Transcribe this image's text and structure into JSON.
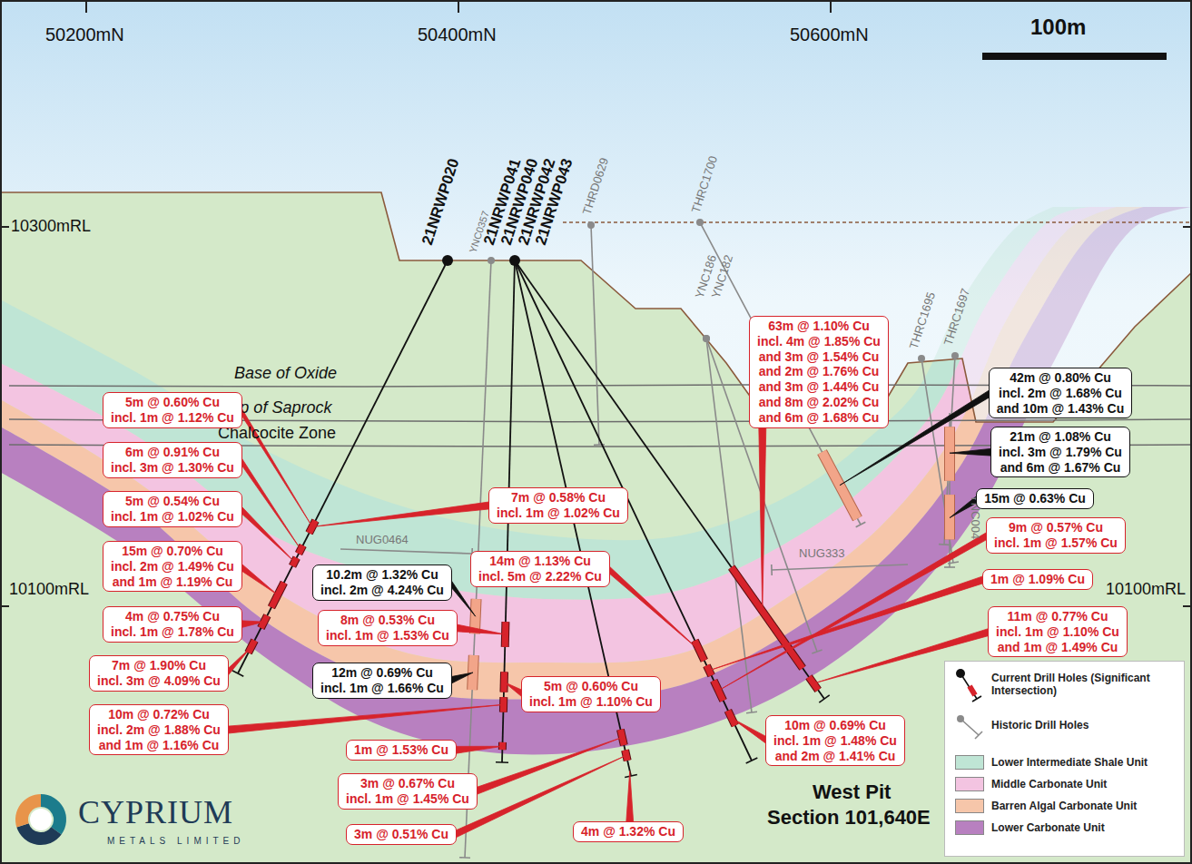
{
  "diagram": {
    "nodes": [
      {
        "text": [
          "5m @ 0.60% Cu",
          "incl. 1m @ 1.12% Cu"
        ]
      },
      {
        "text": [
          "6m @ 0.91% Cu",
          "incl. 3m @ 1.30% Cu"
        ]
      },
      {
        "text": [
          "5m @ 0.54% Cu",
          "incl. 1m @ 1.02% Cu"
        ]
      },
      {
        "text": [
          "15m @ 0.70% Cu",
          "incl. 2m @ 1.49% Cu",
          "and 1m @ 1.19% Cu"
        ]
      },
      {
        "text": [
          "4m @ 0.75% Cu",
          "incl. 1m @ 1.78% Cu"
        ]
      },
      {
        "text": [
          "7m @ 1.90% Cu",
          "incl. 3m @ 4.09% Cu"
        ]
      },
      {
        "text": [
          "10m @ 0.72% Cu",
          "incl. 2m @ 1.88% Cu",
          "and 1m @ 1.16% Cu"
        ]
      },
      {
        "text": [
          "10.2m @ 1.32% Cu",
          "incl. 2m @ 4.24% Cu"
        ]
      },
      {
        "text": [
          "8m @ 0.53% Cu",
          "incl. 1m @ 1.53% Cu"
        ]
      },
      {
        "text": [
          "12m @ 0.69% Cu",
          "incl. 1m @ 1.66% Cu"
        ]
      },
      {
        "text": [
          "7m @ 0.58% Cu",
          "incl. 1m @ 1.02% Cu"
        ]
      },
      {
        "text": [
          "14m @ 1.13% Cu",
          "incl. 5m @ 2.22% Cu"
        ]
      },
      {
        "text": [
          "5m @ 0.60% Cu",
          "incl. 1m @ 1.10% Cu"
        ]
      },
      {
        "text": [
          "1m @ 1.53% Cu"
        ]
      },
      {
        "text": [
          "3m @ 0.67% Cu",
          "incl. 1m @ 1.45% Cu"
        ]
      },
      {
        "text": [
          "3m @ 0.51% Cu"
        ]
      },
      {
        "text": [
          "4m @ 1.32% Cu"
        ]
      },
      {
        "text": [
          "63m @ 1.10% Cu",
          "incl. 4m @ 1.85% Cu",
          "and 3m @ 1.54% Cu",
          "and 2m @ 1.76% Cu",
          "and 3m @ 1.44% Cu",
          "and 8m @ 2.02% Cu",
          "and 6m @ 1.68% Cu"
        ]
      },
      {
        "text": [
          "42m @ 0.80% Cu",
          "incl. 2m @ 1.68% Cu",
          "and 10m @ 1.43% Cu"
        ]
      },
      {
        "text": [
          "21m @ 1.08% Cu",
          "incl. 3m @ 1.79% Cu",
          "and 6m @ 1.67% Cu"
        ]
      },
      {
        "text": [
          "15m @ 0.63% Cu"
        ]
      },
      {
        "text": [
          "9m @ 0.57% Cu",
          "incl. 1m @ 1.57% Cu"
        ]
      },
      {
        "text": [
          "1m @ 1.09% Cu"
        ]
      },
      {
        "text": [
          "11m @ 0.77% Cu",
          "incl. 1m @ 1.10% Cu",
          "and 1m @ 1.49% Cu"
        ]
      },
      {
        "text": [
          "10m @ 0.69% Cu",
          "incl. 1m @ 1.48% Cu",
          "and 2m @ 1.41% Cu"
        ]
      }
    ],
    "labels": [
      "100m",
      "50200mN",
      "50400mN",
      "50600mN",
      "10300mRL",
      "10100mRL",
      "10100mRL",
      "Base of Oxide",
      "Top of Saprock",
      "Chalcocite Zone",
      "21NRWP020",
      "YNC0357",
      "21NRWP041",
      "21NRWP040",
      "21NRWP042",
      "21NRWP043",
      "THRD0629",
      "THRC1700",
      "YNC182",
      "YNC186",
      "THRC1695",
      "THRC1697",
      "YNC004",
      "NUG0464",
      "NUG333",
      "CYPRIUM",
      "METALS LIMITED",
      "West Pit",
      "Section 101,640E"
    ],
    "legend": [
      {
        "text": "Current Drill Holes (Significant Intersection)"
      },
      {
        "text": "Historic Drill Holes"
      },
      {
        "text": "Lower Intermediate Shale Unit",
        "color": "#bfe5d5"
      },
      {
        "text": "Middle Carbonate Unit",
        "color": "#f3c4e1"
      },
      {
        "text": "Barren Algal Carbonate Unit",
        "color": "#f6c6aa"
      },
      {
        "text": "Lower Carbonate Unit",
        "color": "#b880c0"
      }
    ]
  }
}
